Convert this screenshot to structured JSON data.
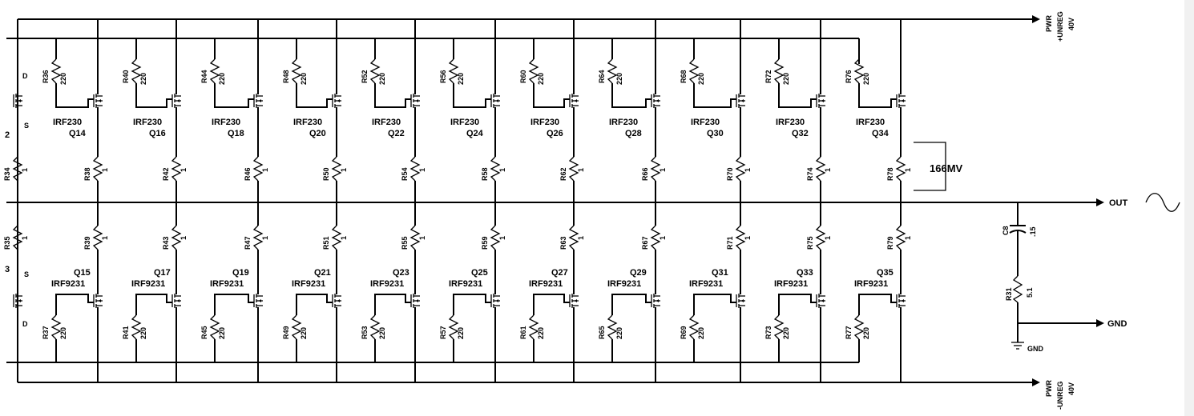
{
  "rails": {
    "top_label_1": "PWR",
    "top_label_2": "+UNREG",
    "top_label_3": "40V",
    "bottom_label_1": "PWR",
    "bottom_label_2": "-UNREG",
    "bottom_label_3": "40V",
    "out_label": "OUT",
    "gnd_label": "GND",
    "gnd_symbol_label": "GND"
  },
  "pins": {
    "upper_d": "D",
    "upper_s": "S",
    "upper_num": "2",
    "lower_num": "3",
    "lower_s": "S",
    "lower_d": "D"
  },
  "measurement": {
    "label": "166MV"
  },
  "upper_stages": [
    {
      "gate_r": "R36",
      "gate_val": "220",
      "part": "IRF230",
      "q": "Q14",
      "src_r": "R34",
      "src_val": "1"
    },
    {
      "gate_r": "R40",
      "gate_val": "220",
      "part": "IRF230",
      "q": "Q16",
      "src_r": "R38",
      "src_val": "1"
    },
    {
      "gate_r": "R44",
      "gate_val": "220",
      "part": "IRF230",
      "q": "Q18",
      "src_r": "R42",
      "src_val": "1"
    },
    {
      "gate_r": "R48",
      "gate_val": "220",
      "part": "IRF230",
      "q": "Q20",
      "src_r": "R46",
      "src_val": "1"
    },
    {
      "gate_r": "R52",
      "gate_val": "220",
      "part": "IRF230",
      "q": "Q22",
      "src_r": "R50",
      "src_val": "1"
    },
    {
      "gate_r": "R56",
      "gate_val": "220",
      "part": "IRF230",
      "q": "Q24",
      "src_r": "R54",
      "src_val": "1"
    },
    {
      "gate_r": "R60",
      "gate_val": "220",
      "part": "IRF230",
      "q": "Q26",
      "src_r": "R58",
      "src_val": "1"
    },
    {
      "gate_r": "R64",
      "gate_val": "220",
      "part": "IRF230",
      "q": "Q28",
      "src_r": "R62",
      "src_val": "1"
    },
    {
      "gate_r": "R68",
      "gate_val": "220",
      "part": "IRF230",
      "q": "Q30",
      "src_r": "R66",
      "src_val": "1"
    },
    {
      "gate_r": "R72",
      "gate_val": "220",
      "part": "IRF230",
      "q": "Q32",
      "src_r": "R70",
      "src_val": "1"
    },
    {
      "gate_r": "R76",
      "gate_val": "220",
      "part": "IRF230",
      "q": "Q34",
      "src_r": "R74",
      "src_val": "1"
    }
  ],
  "upper_last_src": {
    "src_r": "R78",
    "src_val": "1"
  },
  "lower_stages": [
    {
      "src_r": "R35",
      "src_val": "1",
      "q": "Q15",
      "part": "IRF9231",
      "gate_r": "R37",
      "gate_val": "220"
    },
    {
      "src_r": "R39",
      "src_val": "1",
      "q": "Q17",
      "part": "IRF9231",
      "gate_r": "R41",
      "gate_val": "220"
    },
    {
      "src_r": "R43",
      "src_val": "1",
      "q": "Q19",
      "part": "IRF9231",
      "gate_r": "R45",
      "gate_val": "220"
    },
    {
      "src_r": "R47",
      "src_val": "1",
      "q": "Q21",
      "part": "IRF9231",
      "gate_r": "R49",
      "gate_val": "220"
    },
    {
      "src_r": "R51",
      "src_val": "1",
      "q": "Q23",
      "part": "IRF9231",
      "gate_r": "R53",
      "gate_val": "220"
    },
    {
      "src_r": "R55",
      "src_val": "1",
      "q": "Q25",
      "part": "IRF9231",
      "gate_r": "R57",
      "gate_val": "220"
    },
    {
      "src_r": "R59",
      "src_val": "1",
      "q": "Q27",
      "part": "IRF9231",
      "gate_r": "R61",
      "gate_val": "220"
    },
    {
      "src_r": "R63",
      "src_val": "1",
      "q": "Q29",
      "part": "IRF9231",
      "gate_r": "R65",
      "gate_val": "220"
    },
    {
      "src_r": "R67",
      "src_val": "1",
      "q": "Q31",
      "part": "IRF9231",
      "gate_r": "R69",
      "gate_val": "220"
    },
    {
      "src_r": "R71",
      "src_val": "1",
      "q": "Q33",
      "part": "IRF9231",
      "gate_r": "R73",
      "gate_val": "220"
    },
    {
      "src_r": "R75",
      "src_val": "1",
      "q": "Q35",
      "part": "IRF9231",
      "gate_r": "R77",
      "gate_val": "220"
    }
  ],
  "lower_last_src": {
    "src_r": "R79",
    "src_val": "1"
  },
  "snubber": {
    "c_ref": "C8",
    "c_val": ".15",
    "r_ref": "R31",
    "r_val": "5.1"
  }
}
